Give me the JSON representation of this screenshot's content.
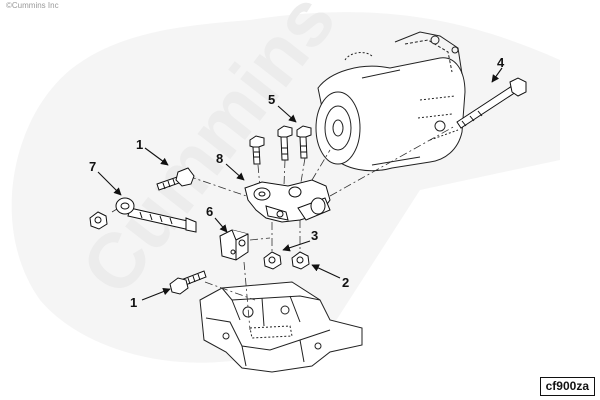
{
  "copyright": "©Cummins Inc",
  "watermark": "Cummins",
  "figure_id": "cf900za",
  "callouts": [
    "1",
    "7",
    "8",
    "5",
    "4",
    "6",
    "3",
    "2",
    "1"
  ],
  "colors": {
    "line": "#111111",
    "watermark": "#f1f1f1",
    "background": "#ffffff"
  }
}
